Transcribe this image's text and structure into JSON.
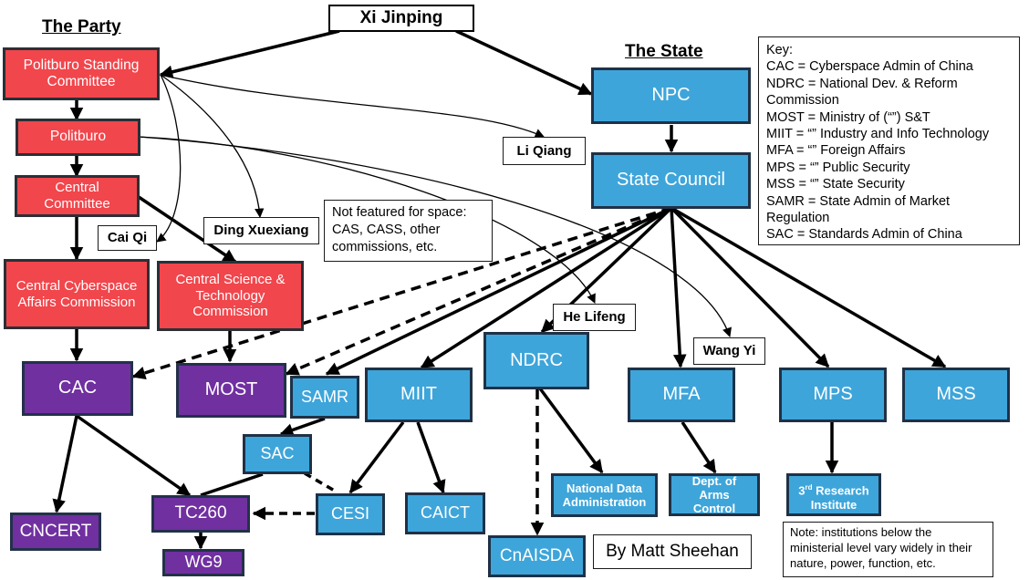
{
  "headers": {
    "party": "The Party",
    "state": "The State"
  },
  "leader": "Xi Jinping",
  "party_nodes": {
    "psc": "Politburo Standing Committee",
    "politburo": "Politburo",
    "central_committee": "Central Committee",
    "ccac": "Central Cyberspace Affairs Commission",
    "cstc": "Central Science & Technology Commission"
  },
  "people": {
    "cai_qi": "Cai Qi",
    "ding_xuexiang": "Ding Xuexiang",
    "li_qiang": "Li Qiang",
    "he_lifeng": "He Lifeng",
    "wang_yi": "Wang Yi"
  },
  "state_nodes": {
    "npc": "NPC",
    "state_council": "State Council",
    "ndrc": "NDRC",
    "mfa": "MFA",
    "mps": "MPS",
    "mss": "MSS",
    "samr": "SAMR",
    "miit": "MIIT",
    "sac": "SAC",
    "cesi": "CESI",
    "caict": "CAICT",
    "nda": "National Data Administration",
    "arms": "Dept. of Arms Control",
    "third_research_prefix": "3",
    "third_research_sup": "rd",
    "third_research_suffix": " Research Institute",
    "cnaisda": "CnAISDA"
  },
  "purple_nodes": {
    "cac": "CAC",
    "most": "MOST",
    "cncert": "CNCERT",
    "tc260": "TC260",
    "wg9": "WG9"
  },
  "not_featured_note": "Not featured for space: CAS, CASS, other commissions, etc.",
  "ministerial_note": "Note: institutions below the ministerial level vary widely in their nature, power, function, etc.",
  "byline": "By Matt Sheehan",
  "key": {
    "title": "Key:",
    "lines": [
      "CAC = Cyberspace Admin of China",
      "NDRC = National Dev. & Reform",
      "Commission",
      "MOST = Ministry of (“”) S&T",
      "MIIT = “” Industry and Info Technology",
      "MFA = “” Foreign Affairs",
      "MPS = “” Public Security",
      "MSS = “” State Security",
      "SAMR = State Admin of Market",
      "Regulation",
      "SAC = Standards Admin of China"
    ]
  },
  "colors": {
    "party_red": "#f1464c",
    "state_blue": "#3ea5da",
    "purple": "#7030a0",
    "line": "#000000"
  }
}
